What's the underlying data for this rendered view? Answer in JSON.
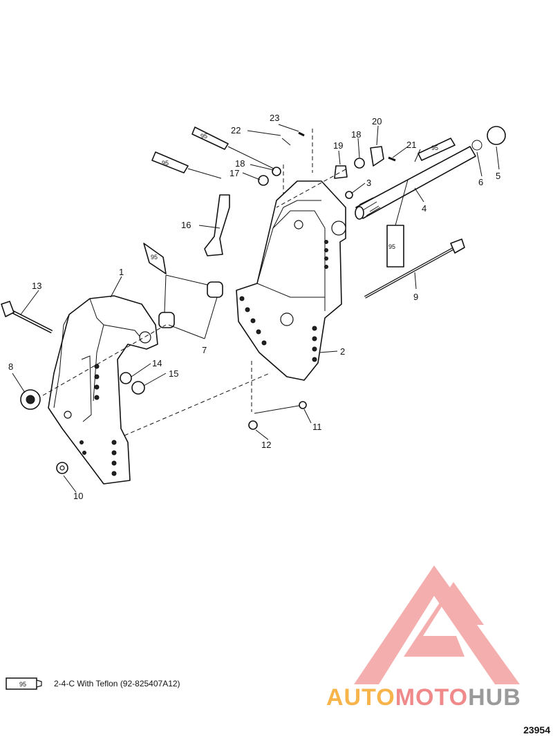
{
  "callouts": [
    "1",
    "2",
    "3",
    "4",
    "5",
    "6",
    "7",
    "8",
    "9",
    "10",
    "11",
    "12",
    "13",
    "14",
    "15",
    "16",
    "17",
    "18",
    "18",
    "19",
    "20",
    "21",
    "22",
    "23"
  ],
  "tube_label": "95",
  "legend": {
    "tube_label": "95",
    "text": "2-4-C  With Teflon (92-825407A12)"
  },
  "diagram_code": "23954",
  "watermark": {
    "part1": "AUTO",
    "part2": "MOTO",
    "part3": "HUB"
  },
  "colors": {
    "line": "#111111",
    "watermark_red": "#f08a8a",
    "watermark_orange": "#f7b44a",
    "watermark_gray": "#9a9a9a"
  }
}
